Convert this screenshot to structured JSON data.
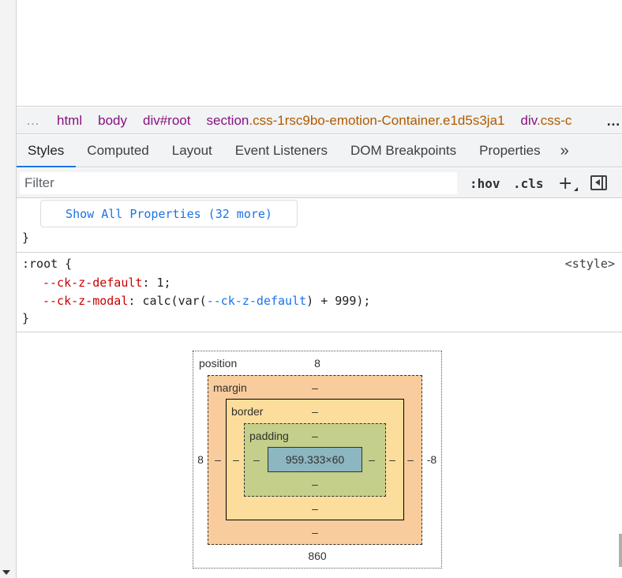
{
  "breadcrumbs": {
    "items": [
      "html",
      "body",
      "div#root"
    ],
    "section_tag": "section",
    "section_class": ".css-1rsc9bo-emotion-Container.e1d5s3ja1",
    "div_tag": "div",
    "div_class": ".css-c",
    "more": "…"
  },
  "tabs": [
    "Styles",
    "Computed",
    "Layout",
    "Event Listeners",
    "DOM Breakpoints",
    "Properties"
  ],
  "tab_overflow": "»",
  "filter": {
    "placeholder": "Filter",
    "hov": ":hov",
    "cls": ".cls",
    "plus": "+"
  },
  "styles": {
    "show_all": "Show All Properties (32 more)",
    "close_brace": "}",
    "root_rule": {
      "selector": ":root {",
      "source": "<style>",
      "decls": [
        {
          "name": "--ck-z-default",
          "value": "1"
        },
        {
          "name": "--ck-z-modal",
          "value_prefix": "calc(var(",
          "var_name": "--ck-z-default",
          "value_suffix": ") + 999)"
        }
      ],
      "close": "}"
    }
  },
  "box_model": {
    "position_label": "position",
    "position_top": "8",
    "position_left": "8",
    "position_right": "-8",
    "position_bottom": "860",
    "margin_label": "margin",
    "border_label": "border",
    "padding_label": "padding",
    "dash": "–",
    "content_size": "959.333×60"
  },
  "colors": {
    "margin": "#f9cc9d",
    "border": "#fddd9b",
    "padding": "#c3cf8a",
    "content": "#8cb6c0",
    "accent": "#1a73e8"
  }
}
